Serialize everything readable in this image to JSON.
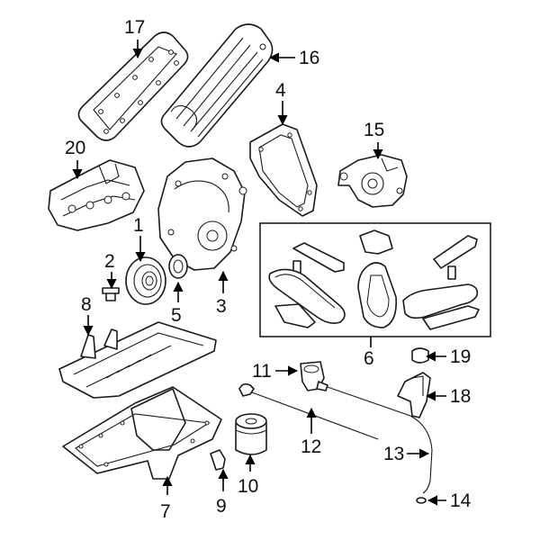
{
  "diagram": {
    "callouts": [
      {
        "id": "p1",
        "text": "1"
      },
      {
        "id": "p2",
        "text": "2"
      },
      {
        "id": "p3",
        "text": "3"
      },
      {
        "id": "p4",
        "text": "4"
      },
      {
        "id": "p5",
        "text": "5"
      },
      {
        "id": "p6",
        "text": "6"
      },
      {
        "id": "p7",
        "text": "7"
      },
      {
        "id": "p8",
        "text": "8"
      },
      {
        "id": "p9",
        "text": "9"
      },
      {
        "id": "p10",
        "text": "10"
      },
      {
        "id": "p11",
        "text": "11"
      },
      {
        "id": "p12",
        "text": "12"
      },
      {
        "id": "p13",
        "text": "13"
      },
      {
        "id": "p14",
        "text": "14"
      },
      {
        "id": "p15",
        "text": "15"
      },
      {
        "id": "p16",
        "text": "16"
      },
      {
        "id": "p17",
        "text": "17"
      },
      {
        "id": "p18",
        "text": "18"
      },
      {
        "id": "p19",
        "text": "19"
      },
      {
        "id": "p20",
        "text": "20"
      }
    ]
  }
}
